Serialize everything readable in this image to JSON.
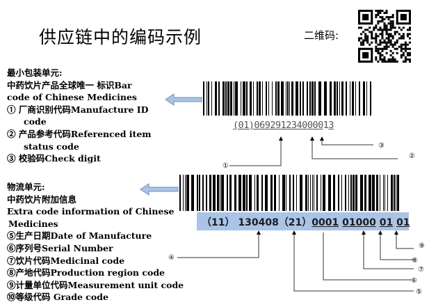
{
  "title": "供应链中的编码示例",
  "qr_label": "二维码:",
  "min_pack": {
    "heading": "最小包装单元:",
    "line1": "中药饮片产品全球唯一 标识Bar",
    "line2": "code of Chinese Medicines",
    "items": [
      {
        "l1": "①  厂商识别代码Manufacture ID",
        "l2": "code"
      },
      {
        "l1": "②  产品参考代码Referenced item",
        "l2": "status code"
      },
      {
        "l1": "③  校验码Check digit"
      }
    ]
  },
  "logistics": {
    "heading": "物流单元:",
    "line1": "中药饮片附加信息",
    "line2": "Extra  code information of Chinese",
    "line3": "Medicines",
    "items": [
      "⑤生产日期Date of Manufacture",
      "⑥序列号Serial Number",
      "⑦饮片代码Medicinal code",
      "⑧产地代码Production region code",
      "⑨计量单位代码Measurement unit code",
      "⑩等级代码 Grade code"
    ]
  },
  "barcode1": {
    "segments": [
      "(01)",
      "0",
      "692912340",
      "000",
      "1",
      "3"
    ]
  },
  "barcode2": {
    "ai1": "（11）",
    "date": "130408",
    "ai2": "（21）",
    "serial": "0001",
    "medicinal": "01000",
    "region": "01",
    "unit": "01"
  },
  "callouts": {
    "c1": "①",
    "c2": "②",
    "c3": "③",
    "c4": "④",
    "c5": "⑤",
    "c6": "⑥",
    "c7": "⑦",
    "c8": "⑧",
    "c9": "⑨"
  },
  "colors": {
    "band": "#a9c4e6",
    "arrow": "#8eaed6"
  }
}
